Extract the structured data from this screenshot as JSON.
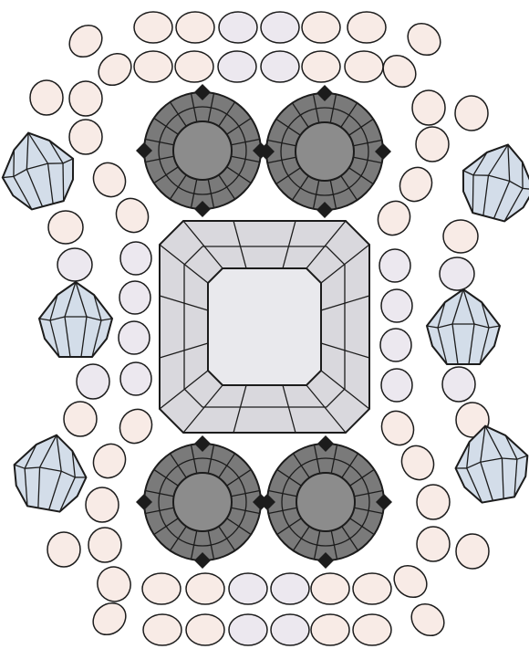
{
  "colors": {
    "seed_bead_pink": "#f8ebe6",
    "seed_bead_lavender": "#ece8ef",
    "crystal_blue": "#d3dde9",
    "rivoli_outer": "#7a7a7a",
    "rivoli_inner": "#8c8c8c",
    "octagon_outer": "#d9d8dd",
    "octagon_inner": "#e9e9ed",
    "outline": "#1c1c1c",
    "background": "#ffffff"
  },
  "components": {
    "center_stone": {
      "shape": "octagon",
      "icon": "octagon-stone-icon"
    },
    "rivolis": {
      "count": 4,
      "icon": "rivoli-icon"
    },
    "bicone_crystals": {
      "count": 6,
      "icon": "bicone-crystal-icon"
    },
    "seed_beads": {
      "icon": "seed-bead-icon"
    }
  }
}
